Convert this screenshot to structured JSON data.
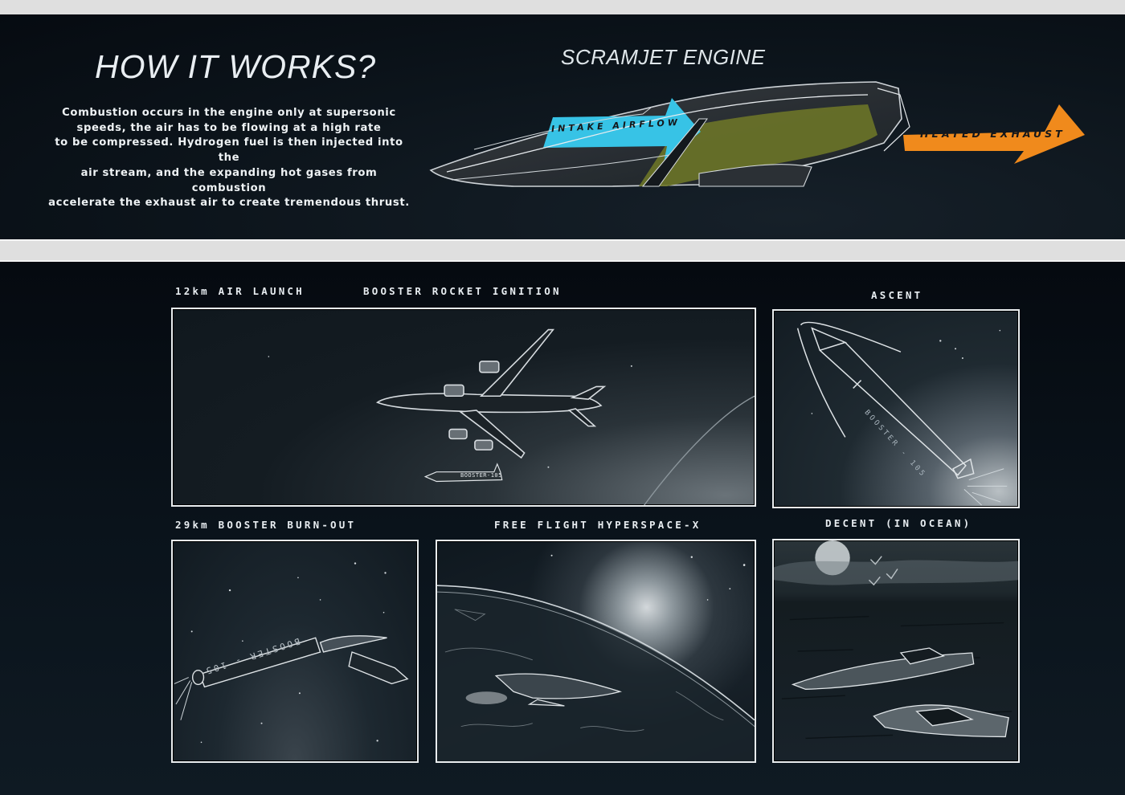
{
  "header": {
    "title": "HOW IT WORKS?",
    "description_lines": [
      "Combustion occurs in the engine only at supersonic",
      "speeds, the air has to be flowing at a high rate",
      "to be compressed. Hydrogen fuel is then injected into the",
      "air stream, and the expanding hot gases from combustion",
      "accelerate the exhaust air to create tremendous thrust."
    ]
  },
  "engine": {
    "title": "SCRAMJET ENGINE",
    "intake_label": "INTAKE AIRFLOW",
    "exhaust_label": "HEATED EXHAUST",
    "colors": {
      "intake": "#37c3e6",
      "combustion": "#6b7428",
      "exhaust": "#f08a1c"
    }
  },
  "storyboard": {
    "steps": [
      {
        "label": "12km AIR LAUNCH"
      },
      {
        "label": "BOOSTER ROCKET IGNITION"
      },
      {
        "label": "ASCENT"
      },
      {
        "label": "29km BOOSTER BURN-OUT"
      },
      {
        "label": "FREE FLIGHT HYPERSPACE-X"
      },
      {
        "label": "DECENT (IN OCEAN)"
      }
    ],
    "booster_marking": "BOOSTER-105",
    "booster_marking_spaced": "BOOSTER - 105"
  }
}
